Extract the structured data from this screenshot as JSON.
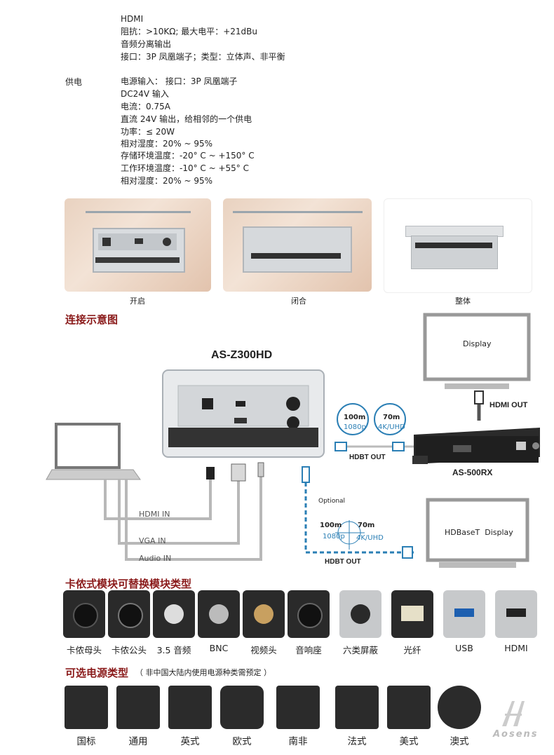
{
  "specs": {
    "audio_out_lines": [
      "HDMI",
      "阻抗：>10KΩ; 最大电平：+21dBu",
      "音频分离输出",
      "接口：3P 凤凰端子；类型：立体声、非平衡"
    ],
    "power_label": "供电",
    "power_lines": [
      "电源输入： 接口：3P 凤凰端子",
      "DC24V 输入",
      "电流：0.75A",
      "直流 24V 输出，给相邻的一个供电",
      "功率：≤ 20W",
      "相对湿度：20% ~ 95%",
      "存储环境温度：-20° C ~ +150° C",
      "工作环境温度：-10° C ~ +55° C",
      "相对湿度：20% ~ 95%"
    ]
  },
  "photos": {
    "captions": [
      "开启",
      "闭合",
      "整体"
    ]
  },
  "diagram": {
    "title": "连接示意图",
    "device_name": "AS-Z300HD",
    "display_label": "Display",
    "hdmi_out": "HDMI OUT",
    "receiver_name": "AS-500RX",
    "hdbaset_display": "HDBaseT  Display",
    "hdbt_out": "HDBT OUT",
    "hdbt_out_2": "HDBT OUT",
    "optional": "Optional",
    "dist_1_top": "100m",
    "dist_1_bottom": "1080p",
    "dist_2_top": "70m",
    "dist_2_bottom": "4K/UHD",
    "dist_3_top": "100m",
    "dist_3_bottom": "1080p",
    "dist_4_top": "70m",
    "dist_4_bottom": "4K/UHD",
    "hdmi_in": "HDMI IN",
    "vga_in": "VGA IN",
    "audio_in": "Audio IN"
  },
  "modules": {
    "title": "卡侬式模块可替换模块类型",
    "items": [
      "卡侬母头",
      "卡侬公头",
      "3.5 音频",
      "BNC",
      "视频头",
      "音响座",
      "六类屏蔽",
      "光纤",
      "USB",
      "HDMI"
    ]
  },
  "power_types": {
    "title": "可选电源类型",
    "note": "（ 非中国大陆内使用电源种类需预定 ）",
    "items": [
      "国标",
      "通用",
      "英式",
      "欧式",
      "南非",
      "法式",
      "美式",
      "澳式"
    ]
  },
  "brand": {
    "logo_text": "Aosens"
  },
  "colors": {
    "section_title": "#8a1a1a",
    "cable_blue": "#2b7fb5",
    "dark_device": "#2a2a2a"
  }
}
